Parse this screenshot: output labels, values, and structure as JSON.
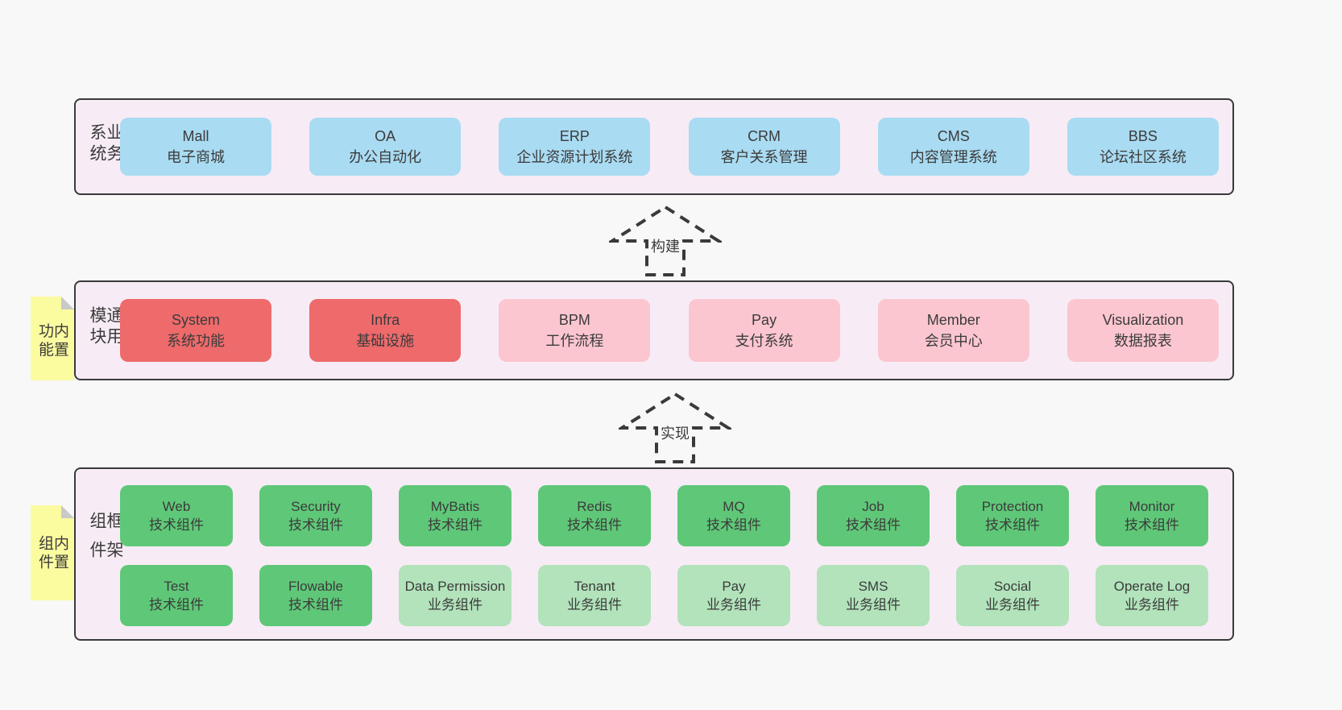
{
  "colors": {
    "page_bg": "#f8f8f8",
    "panel_bg": "#f7ecf5",
    "line": "#3a3a3a",
    "text": "#3b3b3b",
    "blue": "#a9dbf2",
    "red": "#ee6a6b",
    "pink": "#fbc6d0",
    "green_dark": "#5fc878",
    "green_light": "#b2e3bb",
    "yellow": "#fbfba0",
    "fold": "#c9c9c9"
  },
  "layers": [
    {
      "label": "业务系统",
      "boxes": [
        {
          "name": "Mall",
          "desc": "电子商城",
          "variant": "blue"
        },
        {
          "name": "OA",
          "desc": "办公自动化",
          "variant": "blue"
        },
        {
          "name": "ERP",
          "desc": "企业资源计划系统",
          "variant": "blue"
        },
        {
          "name": "CRM",
          "desc": "客户关系管理",
          "variant": "blue"
        },
        {
          "name": "CMS",
          "desc": "内容管理系统",
          "variant": "blue"
        },
        {
          "name": "BBS",
          "desc": "论坛社区系统",
          "variant": "blue"
        }
      ]
    },
    {
      "label": "通用模块",
      "sticky": "内置功能",
      "boxes": [
        {
          "name": "System",
          "desc": "系统功能",
          "variant": "red"
        },
        {
          "name": "Infra",
          "desc": "基础设施",
          "variant": "red"
        },
        {
          "name": "BPM",
          "desc": "工作流程",
          "variant": "pink"
        },
        {
          "name": "Pay",
          "desc": "支付系统",
          "variant": "pink"
        },
        {
          "name": "Member",
          "desc": "会员中心",
          "variant": "pink"
        },
        {
          "name": "Visualization",
          "desc": "数据报表",
          "variant": "pink"
        }
      ]
    },
    {
      "label": "框架组件",
      "sticky": "内置组件",
      "rows": [
        [
          {
            "name": "Web",
            "desc": "技术组件",
            "variant": "green"
          },
          {
            "name": "Security",
            "desc": "技术组件",
            "variant": "green"
          },
          {
            "name": "MyBatis",
            "desc": "技术组件",
            "variant": "green"
          },
          {
            "name": "Redis",
            "desc": "技术组件",
            "variant": "green"
          },
          {
            "name": "MQ",
            "desc": "技术组件",
            "variant": "green"
          },
          {
            "name": "Job",
            "desc": "技术组件",
            "variant": "green"
          },
          {
            "name": "Protection",
            "desc": "技术组件",
            "variant": "green"
          },
          {
            "name": "Monitor",
            "desc": "技术组件",
            "variant": "green"
          }
        ],
        [
          {
            "name": "Test",
            "desc": "技术组件",
            "variant": "green"
          },
          {
            "name": "Flowable",
            "desc": "技术组件",
            "variant": "green"
          },
          {
            "name": "Data Permission",
            "desc": "业务组件",
            "variant": "green-light"
          },
          {
            "name": "Tenant",
            "desc": "业务组件",
            "variant": "green-light"
          },
          {
            "name": "Pay",
            "desc": "业务组件",
            "variant": "green-light"
          },
          {
            "name": "SMS",
            "desc": "业务组件",
            "variant": "green-light"
          },
          {
            "name": "Social",
            "desc": "业务组件",
            "variant": "green-light"
          },
          {
            "name": "Operate Log",
            "desc": "业务组件",
            "variant": "green-light"
          }
        ]
      ]
    }
  ],
  "arrows": [
    {
      "label": "构建"
    },
    {
      "label": "实现"
    }
  ]
}
